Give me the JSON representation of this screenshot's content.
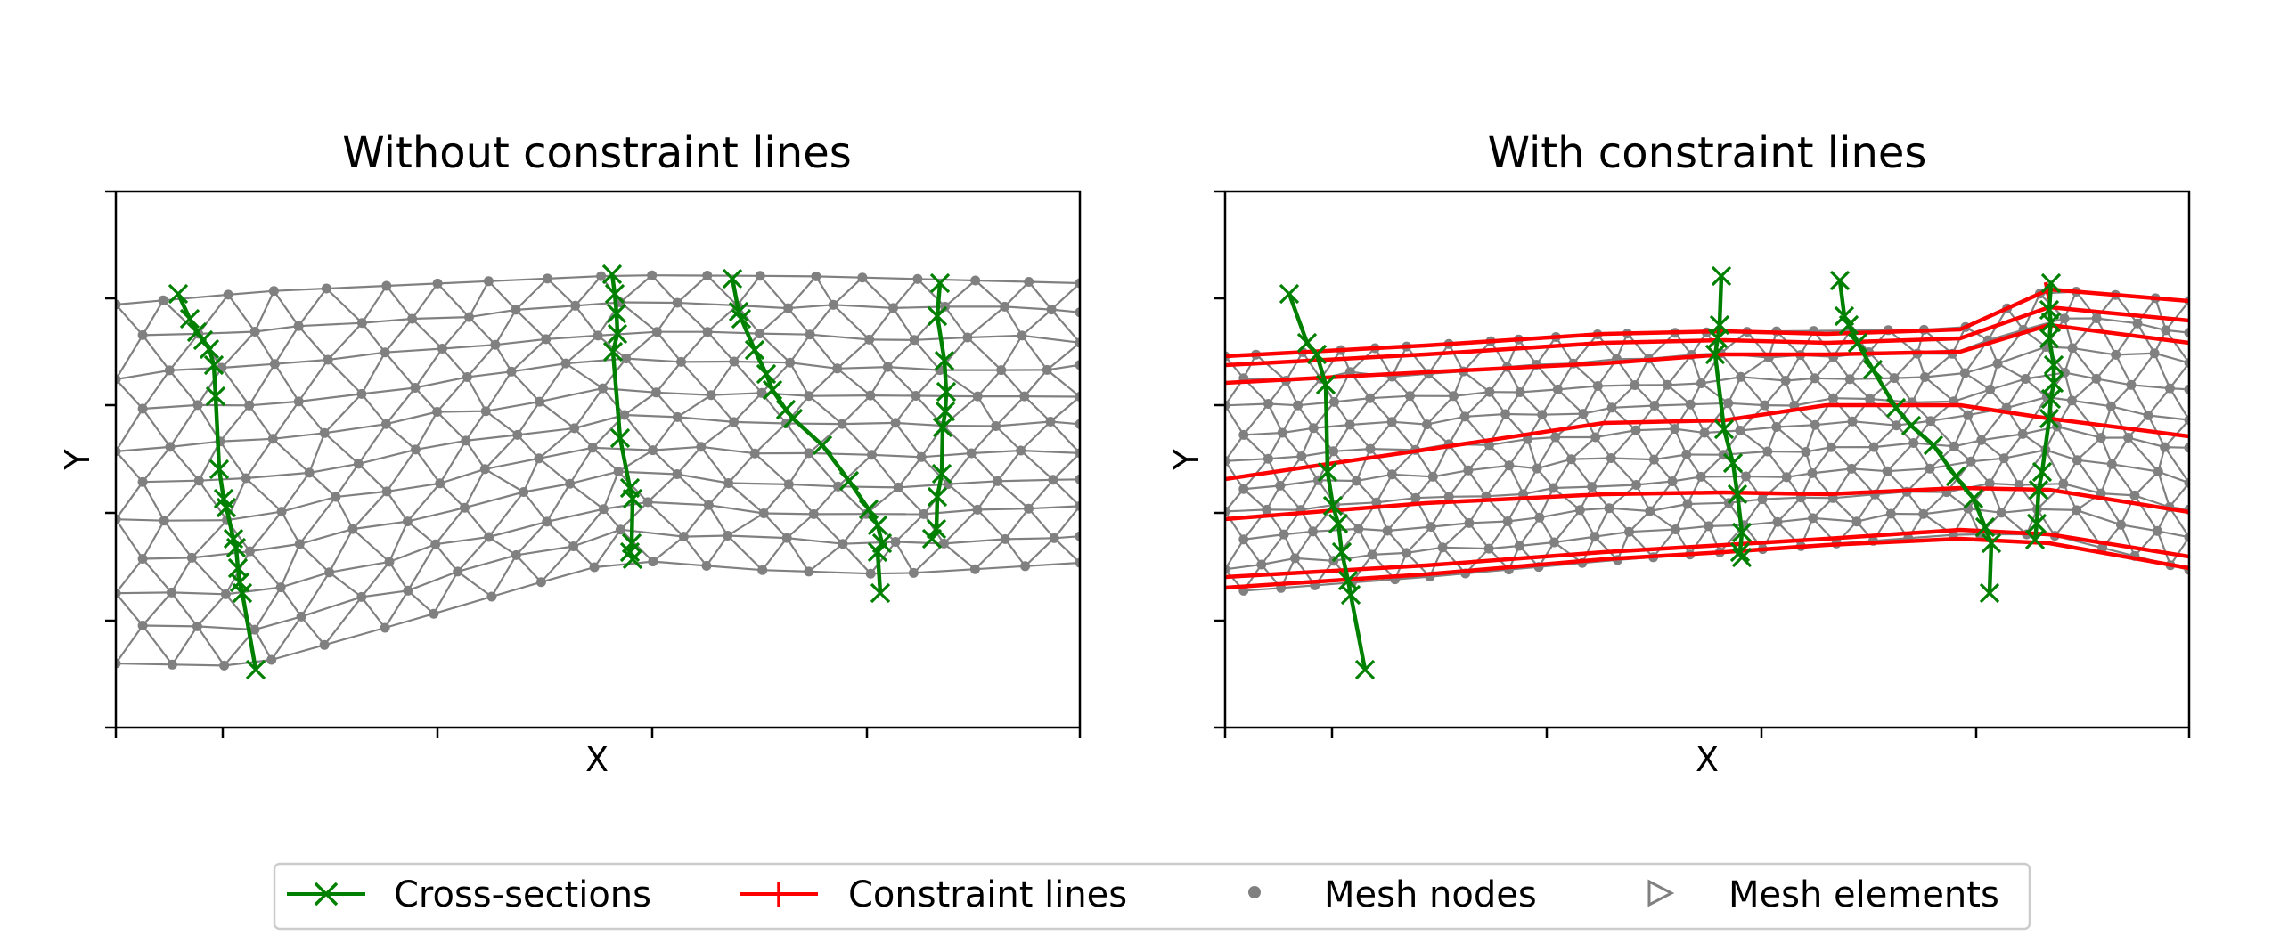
{
  "panels": [
    {
      "id": "left",
      "title": "Without constraint lines",
      "xlabel": "X",
      "ylabel": "Y",
      "show_constraints": false
    },
    {
      "id": "right",
      "title": "With constraint lines",
      "xlabel": "X",
      "ylabel": "Y",
      "show_constraints": true
    }
  ],
  "legend": {
    "placement": "bottom-center",
    "items": [
      {
        "label": "Cross-sections",
        "symbol": "line-x-marker",
        "color": "#008000"
      },
      {
        "label": "Constraint lines",
        "symbol": "line-plus-marker",
        "color": "#ff0000"
      },
      {
        "label": "Mesh nodes",
        "symbol": "dot",
        "color": "#808080"
      },
      {
        "label": "Mesh elements",
        "symbol": "triangle-right-outline",
        "color": "#808080"
      }
    ]
  },
  "colors": {
    "cross_section": "#008000",
    "constraint_line": "#ff0000",
    "mesh": "#808080",
    "axes": "#000000"
  }
}
